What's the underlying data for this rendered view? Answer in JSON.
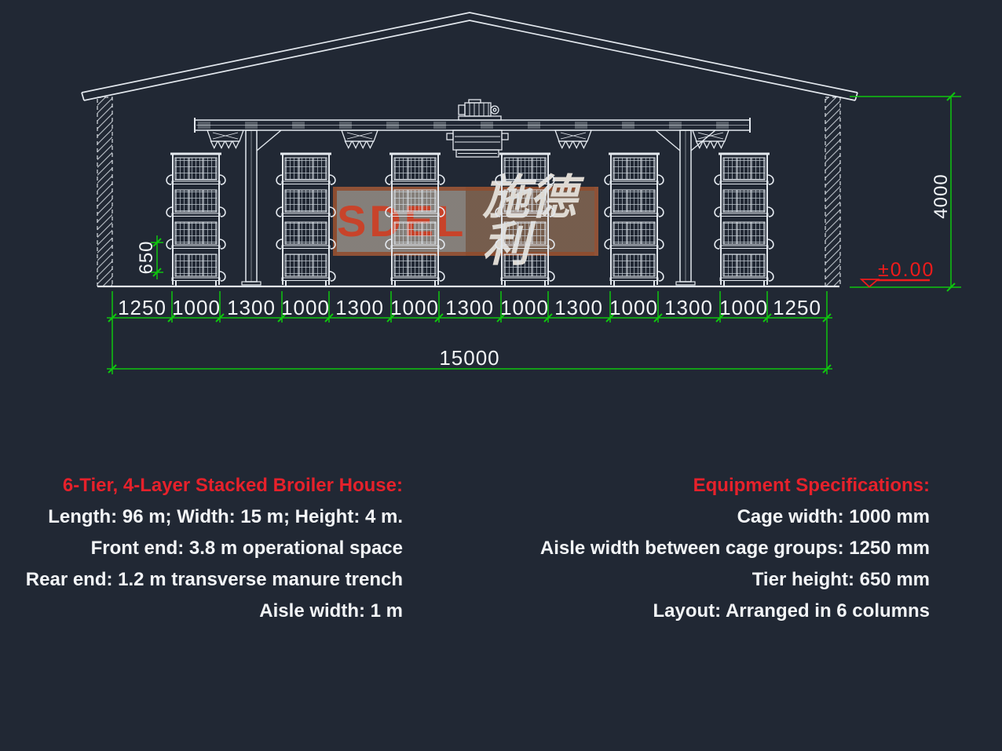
{
  "watermark": {
    "latin": "SDEL",
    "cjk": "施德利"
  },
  "dimensions": {
    "chain": [
      "1250",
      "1000",
      "1300",
      "1000",
      "1300",
      "1000",
      "1300",
      "1000",
      "1300",
      "1000",
      "1300",
      "1000",
      "1250"
    ],
    "total_width": "15000",
    "building_height": "4000",
    "tier_height": "650",
    "floor_level": "±0.00"
  },
  "notes_left": {
    "title": "6-Tier, 4-Layer Stacked Broiler House:",
    "lines": [
      "Length: 96 m; Width: 15 m; Height: 4 m.",
      "Front end: 3.8 m operational space",
      "Rear end: 1.2 m transverse manure trench",
      "Aisle width: 1 m"
    ]
  },
  "notes_right": {
    "title": "Equipment Specifications:",
    "lines": [
      "Cage width: 1000 mm",
      "Aisle width between cage groups: 1250 mm",
      "Tier height: 650 mm",
      "Layout: Arranged in 6 columns"
    ]
  },
  "colors": {
    "background": "#212834",
    "line_white": "#e3e8ee",
    "dimension_green": "#0fc50f",
    "accent_red": "#e6212b",
    "watermark_orange": "#c8432a"
  }
}
